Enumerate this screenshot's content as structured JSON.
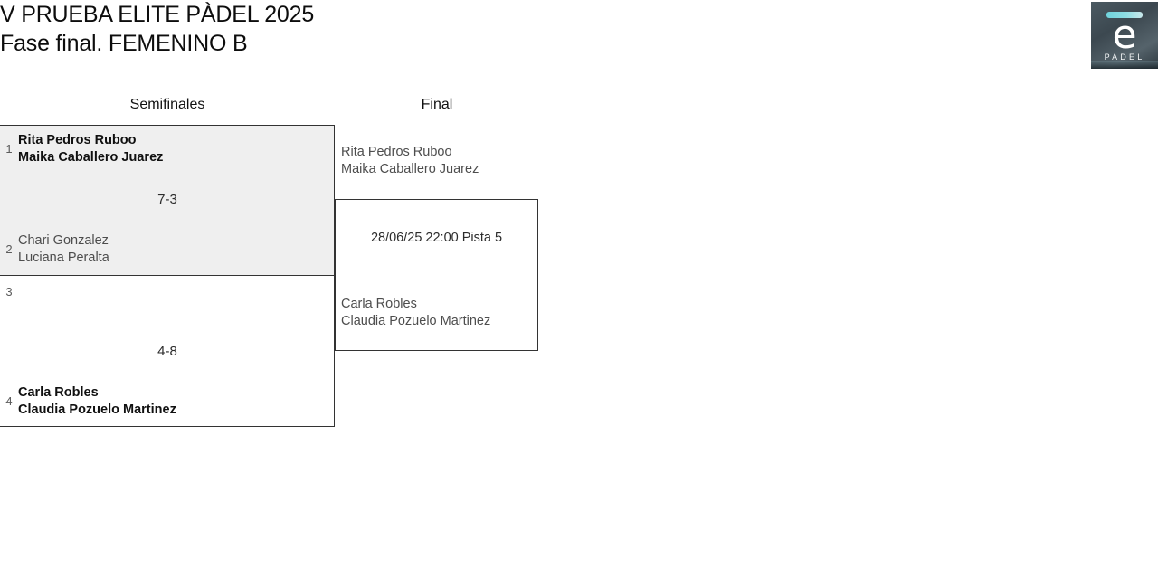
{
  "header": {
    "title": "V PRUEBA ELITE PÀDEL 2025",
    "subtitle": "Fase final. FEMENINO B"
  },
  "logo": {
    "mark": "e",
    "wordmark": "PADEL",
    "accent_color": "#6fd3dc",
    "background_color": "#3c4850"
  },
  "rounds": {
    "semifinals_label": "Semifinales",
    "final_label": "Final"
  },
  "bracket": {
    "semifinals": [
      {
        "score": "7-3",
        "top": {
          "seed": "1",
          "player1": "Rita Pedros Ruboo",
          "player2": "Maika Caballero Juarez",
          "result": "winner"
        },
        "bottom": {
          "seed": "2",
          "player1": "Chari Gonzalez",
          "player2": "Luciana Peralta",
          "result": "loser"
        }
      },
      {
        "score": "4-8",
        "top": {
          "seed": "3",
          "player1": "",
          "player2": "",
          "result": "loser"
        },
        "bottom": {
          "seed": "4",
          "player1": "Carla Robles",
          "player2": "Claudia Pozuelo Martinez",
          "result": "winner"
        }
      }
    ],
    "final": {
      "schedule": "28/06/25 22:00 Pista 5",
      "top": {
        "player1": "Rita Pedros Ruboo",
        "player2": "Maika Caballero Juarez"
      },
      "bottom": {
        "player1": "Carla Robles",
        "player2": "Claudia Pozuelo Martinez"
      }
    }
  }
}
